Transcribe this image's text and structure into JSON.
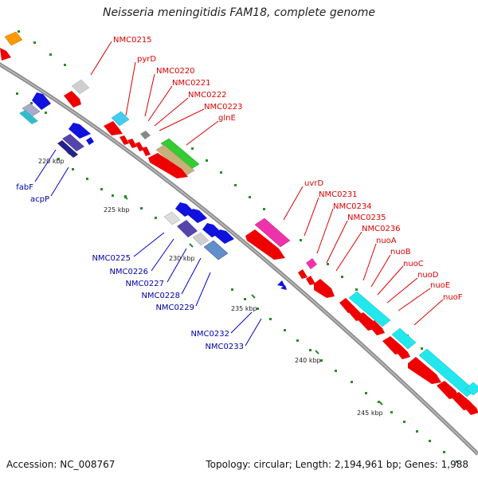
{
  "title": "Neisseria meningitidis FAM18, complete genome",
  "footer": {
    "accession": "Accession: NC_008767",
    "topology": "Topology: circular; Length: 2,194,961 bp; Genes: 1,988"
  },
  "colors": {
    "forward_labels": "#cc0000",
    "reverse_labels": "#0000aa",
    "backbone": "#888888",
    "ticks": "#2a8a2a"
  },
  "scale_labels": [
    "220 kbp",
    "225 kbp",
    "230 kbp",
    "235 kbp",
    "240 kbp",
    "245 kbp"
  ],
  "forward_labels": [
    "NMC0215",
    "pyrD",
    "NMC0220",
    "NMC0221",
    "NMC0222",
    "NMC0223",
    "glnE",
    "uvrD",
    "NMC0231",
    "NMC0234",
    "NMC0235",
    "NMC0236",
    "nuoA",
    "nuoB",
    "nuoC",
    "nuoD",
    "nuoE",
    "nuoF"
  ],
  "reverse_labels": [
    "fabF",
    "acpP",
    "NMC0225",
    "NMC0226",
    "NMC0227",
    "NMC0228",
    "NMC0229",
    "NMC0232",
    "NMC0233"
  ]
}
